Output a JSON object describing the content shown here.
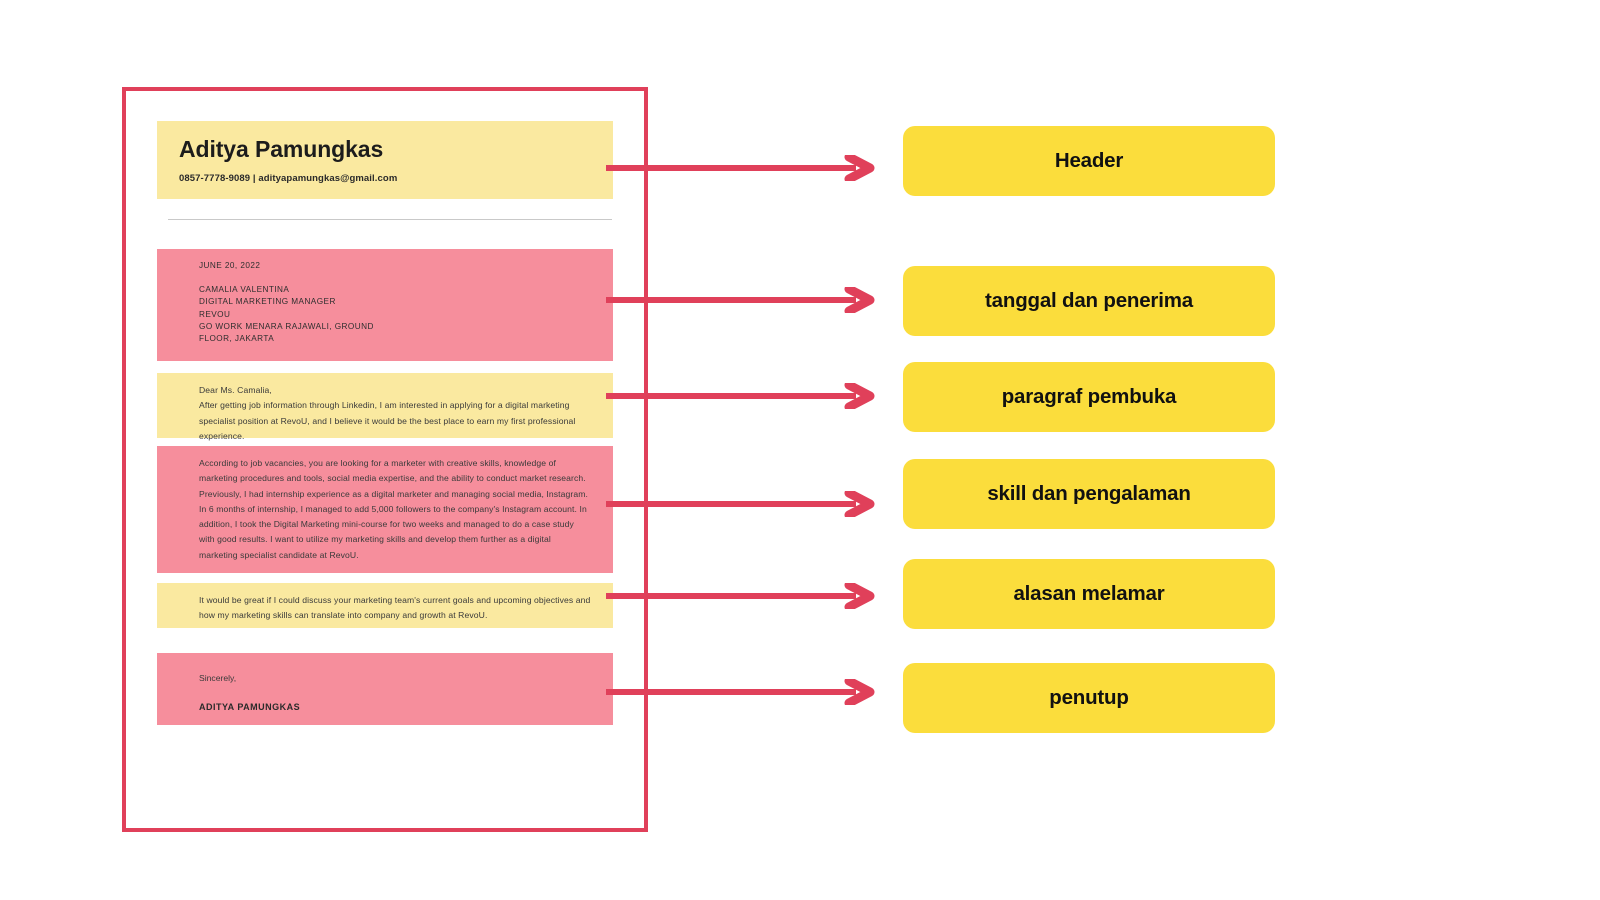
{
  "document": {
    "header": {
      "name": "Aditya Pamungkas",
      "contact": "0857-7778-9089 | adityapamungkas@gmail.com"
    },
    "recipient": {
      "date": "JUNE 20, 2022",
      "lines": [
        "CAMALIA VALENTINA",
        "DIGITAL MARKETING MANAGER",
        "REVOU",
        "GO WORK MENARA RAJAWALI, GROUND",
        "FLOOR, JAKARTA"
      ]
    },
    "opening": {
      "salutation": "Dear Ms. Camalia,",
      "paragraph": "After getting job information through Linkedin, I am interested in applying for a digital marketing specialist position at RevoU, and I believe it would be the best place to earn my first professional experience."
    },
    "skills": {
      "paragraph_1": "According to job vacancies, you are looking for a marketer with creative skills, knowledge of marketing procedures and tools, social media expertise, and the ability to conduct market research.",
      "paragraph_2": "Previously, I had internship experience as a digital marketer and managing social media, Instagram. In 6 months of internship, I managed to add 5,000 followers to the company's Instagram account. In addition, I took the Digital Marketing mini-course for two weeks and managed to do a case study with good results. I want to utilize my marketing skills and develop them further as a digital marketing specialist candidate at RevoU."
    },
    "reason": {
      "paragraph": "It would be great if I could discuss your marketing team's current goals and upcoming objectives and how my marketing skills can translate into company and growth at RevoU."
    },
    "closing": {
      "sign_off": "Sincerely,",
      "signature": "ADITYA PAMUNGKAS"
    }
  },
  "annotations": {
    "labels": [
      {
        "text": "Header"
      },
      {
        "text": "tanggal dan penerima"
      },
      {
        "text": "paragraf pembuka"
      },
      {
        "text": "skill dan pengalaman"
      },
      {
        "text": "alasan melamar"
      },
      {
        "text": "penutup"
      }
    ]
  },
  "colors": {
    "accent_red": "#E0405A",
    "highlight_pink": "#F68E9C",
    "highlight_yellow": "#FAE9A0",
    "label_yellow": "#FBDD3C",
    "page_background": "#FFFFFF"
  }
}
